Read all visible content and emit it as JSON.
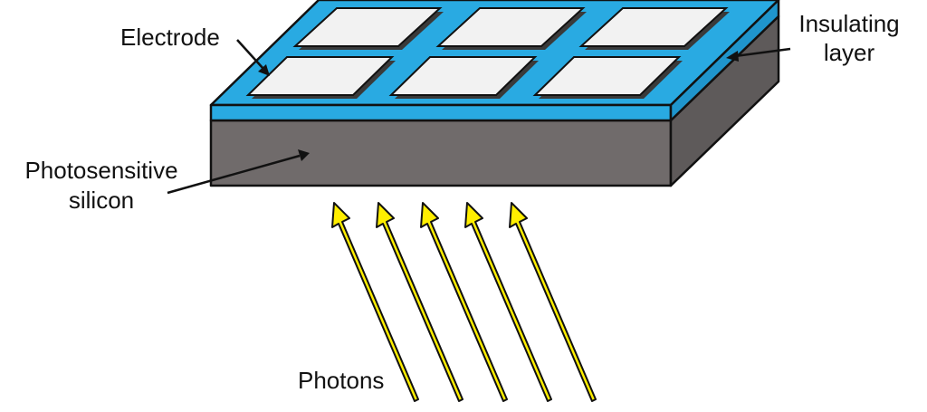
{
  "labels": {
    "electrode": "Electrode",
    "insulating_line1": "Insulating",
    "insulating_line2": "layer",
    "silicon_line1": "Photosensitive",
    "silicon_line2": "silicon",
    "photons": "Photons"
  },
  "colors": {
    "insulating_layer": "#29aae2",
    "silicon_front": "#706b6b",
    "silicon_side": "#5e5a5a",
    "electrode": "#f2f2f2",
    "electrode_shadow": "#3a3a3a",
    "photon_arrow": "#ffee00",
    "outline": "#111111"
  },
  "diagram": {
    "electrode_count": 6,
    "photon_arrow_count": 5
  }
}
